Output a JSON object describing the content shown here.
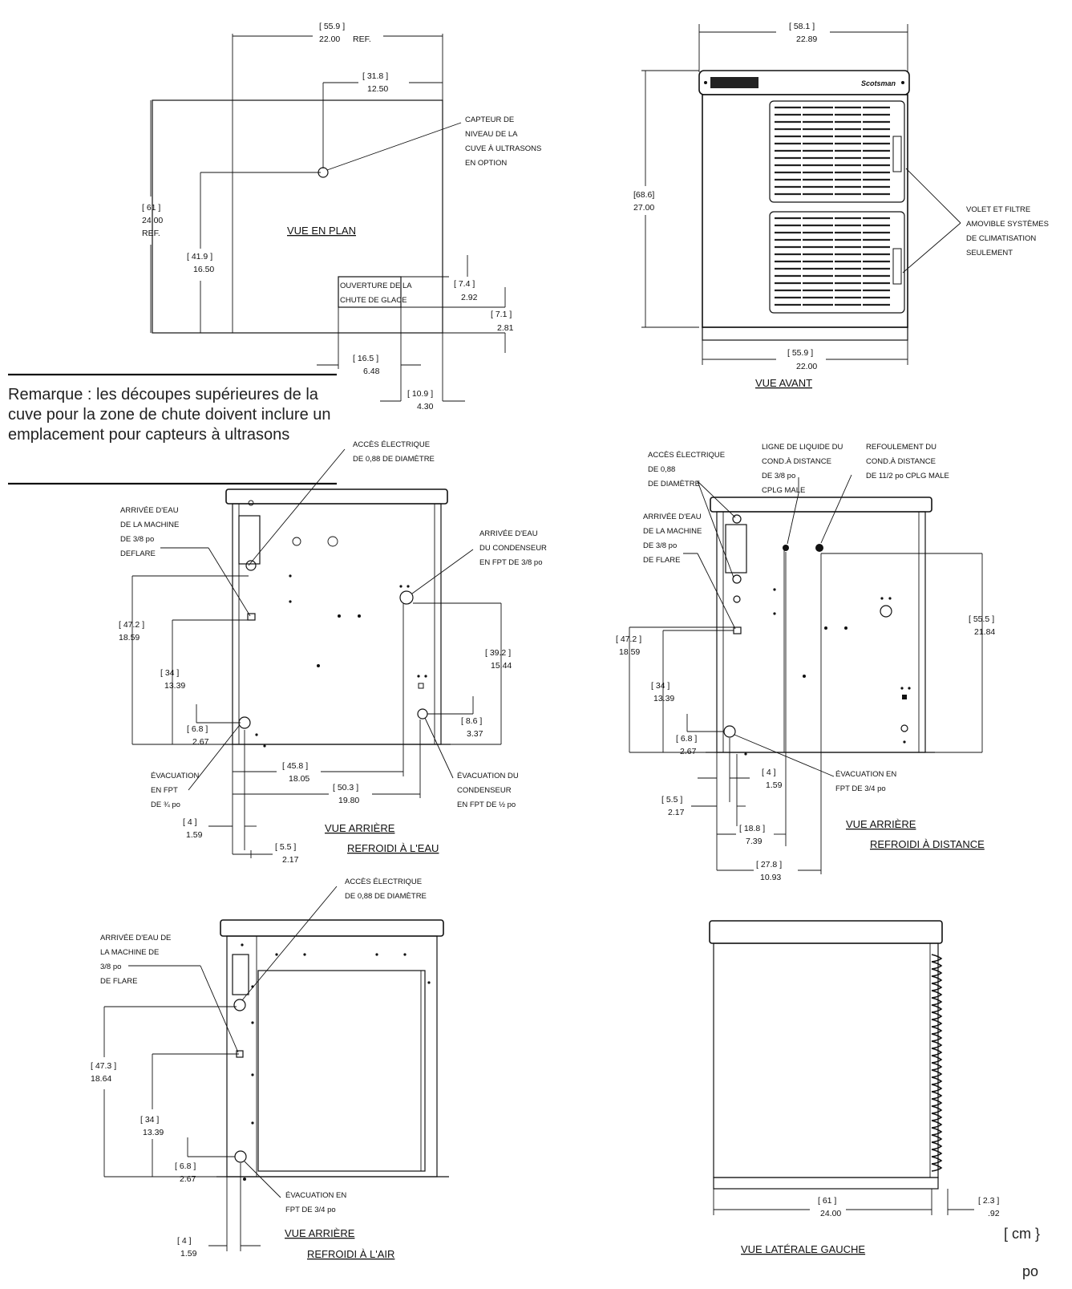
{
  "plan_view": {
    "title": "VUE EN PLAN",
    "dim_width": {
      "cm": "[ 55.9 ]",
      "in": "22.00",
      "ref": "REF."
    },
    "dim_sensor_x": {
      "cm": "[ 31.8 ]",
      "in": "12.50"
    },
    "dim_depth": {
      "cm": "[ 61 ]",
      "in": "24.00",
      "ref": "REF."
    },
    "dim_sensor_y": {
      "cm": "[ 41.9 ]",
      "in": "16.50"
    },
    "dim_chute_a": {
      "cm": "[ 7.4 ]",
      "in": "2.92"
    },
    "dim_chute_b": {
      "cm": "[ 7.1 ]",
      "in": "2.81"
    },
    "dim_chute_c": {
      "cm": "[ 16.5 ]",
      "in": "6.48"
    },
    "dim_chute_d": {
      "cm": "[ 10.9 ]",
      "in": "4.30"
    },
    "sensor_label": [
      "CAPTEUR DE",
      "NIVEAU DE LA",
      "CUVE À ULTRASONS",
      "EN OPTION"
    ],
    "chute_label": [
      "OUVERTURE DE LA",
      "CHUTE DE GLACE"
    ]
  },
  "note": {
    "text": "Remarque : les découpes supérieures de la cuve pour la zone de  chute doivent inclure un emplacement pour capteurs à ultrasons"
  },
  "front_view": {
    "title": "VUE AVANT",
    "dim_width_top": {
      "cm": "[ 58.1 ]",
      "in": "22.89"
    },
    "dim_height": {
      "cm": "[68.6]",
      "in": "27.00"
    },
    "dim_width_bottom": {
      "cm": "[ 55.9 ]",
      "in": "22.00"
    },
    "brand": "Scotsman",
    "panel_label": [
      "VOLET ET FILTRE",
      "AMOVIBLE SYSTÈMES",
      "DE CLIMATISATION",
      "SEULEMENT"
    ]
  },
  "rear_water": {
    "title_1": "VUE ARRIÈRE",
    "title_2": "REFROIDI À L'EAU",
    "elec_label": [
      "ACCÈS ÉLECTRIQUE",
      "DE 0,88 DE DIAMÈTRE"
    ],
    "water_in_label": [
      "ARRIVÉE D'EAU",
      "DE LA MACHINE",
      "DE 3/8 po",
      "DEFLARE"
    ],
    "cond_in_label": [
      "ARRIVÉE D'EAU",
      "DU CONDENSEUR",
      "EN FPT DE 3/8 po"
    ],
    "drain_label": [
      "ÉVACUATION",
      "EN FPT",
      "DE ¾ po"
    ],
    "cond_drain_label": [
      "ÉVACUATION DU",
      "CONDENSEUR",
      "EN FPT DE ½ po"
    ],
    "d1": {
      "cm": "[ 47.2 ]",
      "in": "18.59"
    },
    "d2": {
      "cm": "[ 34 ]",
      "in": "13.39"
    },
    "d3": {
      "cm": "[ 6.8 ]",
      "in": "2.67"
    },
    "d4": {
      "cm": "[ 39.2 ]",
      "in": "15.44"
    },
    "d5": {
      "cm": "[ 8.6 ]",
      "in": "3.37"
    },
    "d6": {
      "cm": "[ 45.8 ]",
      "in": "18.05"
    },
    "d7": {
      "cm": "[ 50.3 ]",
      "in": "19.80"
    },
    "d8": {
      "cm": "[ 4 ]",
      "in": "1.59"
    },
    "d9": {
      "cm": "[ 5.5 ]",
      "in": "2.17"
    }
  },
  "rear_remote": {
    "title_1": "VUE ARRIÈRE",
    "title_2": "REFROIDI À DISTANCE",
    "elec_label": [
      "ACCÈS ÉLECTRIQUE",
      "DE 0,88",
      "DE DIAMÈTRE"
    ],
    "liquid_label": [
      "LIGNE DE LIQUIDE DU",
      "COND.À DISTANCE",
      "DE 3/8 po",
      "CPLG MALE"
    ],
    "discharge_label": [
      "REFOULEMENT DU",
      "COND.À DISTANCE",
      "DE 11/2 po CPLG MALE"
    ],
    "water_in_label": [
      "ARRIVÉE D'EAU",
      "DE LA MACHINE",
      "DE 3/8 po",
      "DE FLARE"
    ],
    "drain_label": [
      "ÉVACUATION EN",
      "FPT DE  3/4 po"
    ],
    "d1": {
      "cm": "[ 47.2 ]",
      "in": "18.59"
    },
    "d2": {
      "cm": "[ 34 ]",
      "in": "13.39"
    },
    "d3": {
      "cm": "[ 6.8 ]",
      "in": "2.67"
    },
    "d4": {
      "cm": "[ 55.5 ]",
      "in": "21.84"
    },
    "d5": {
      "cm": "[ 4 ]",
      "in": "1.59"
    },
    "d6": {
      "cm": "[ 5.5 ]",
      "in": "2.17"
    },
    "d7": {
      "cm": "[ 18.8 ]",
      "in": "7.39"
    },
    "d8": {
      "cm": "[ 27.8 ]",
      "in": "10.93"
    }
  },
  "rear_air": {
    "title_1": "VUE ARRIÈRE",
    "title_2": "REFROIDI À L'AIR",
    "elec_label": [
      "ACCÈS ÉLECTRIQUE",
      "DE 0,88 DE DIAMÈTRE"
    ],
    "water_in_label": [
      "ARRIVÉE D'EAU DE",
      "LA MACHINE DE",
      "3/8 po",
      "DE FLARE"
    ],
    "drain_label": [
      "ÉVACUATION EN",
      "FPT DE 3/4 po"
    ],
    "d1": {
      "cm": "[ 47.3 ]",
      "in": "18.64"
    },
    "d2": {
      "cm": "[ 34 ]",
      "in": "13.39"
    },
    "d3": {
      "cm": "[ 6.8 ]",
      "in": "2.67"
    },
    "d4": {
      "cm": "[ 4 ]",
      "in": "1.59"
    }
  },
  "side_view": {
    "title": "VUE LATÉRALE GAUCHE",
    "d1": {
      "cm": "[ 61 ]",
      "in": "24.00"
    },
    "d2": {
      "cm": "[ 2.3 ]",
      "in": ".92"
    }
  },
  "units": {
    "cm": "[ cm }",
    "in": "po"
  }
}
